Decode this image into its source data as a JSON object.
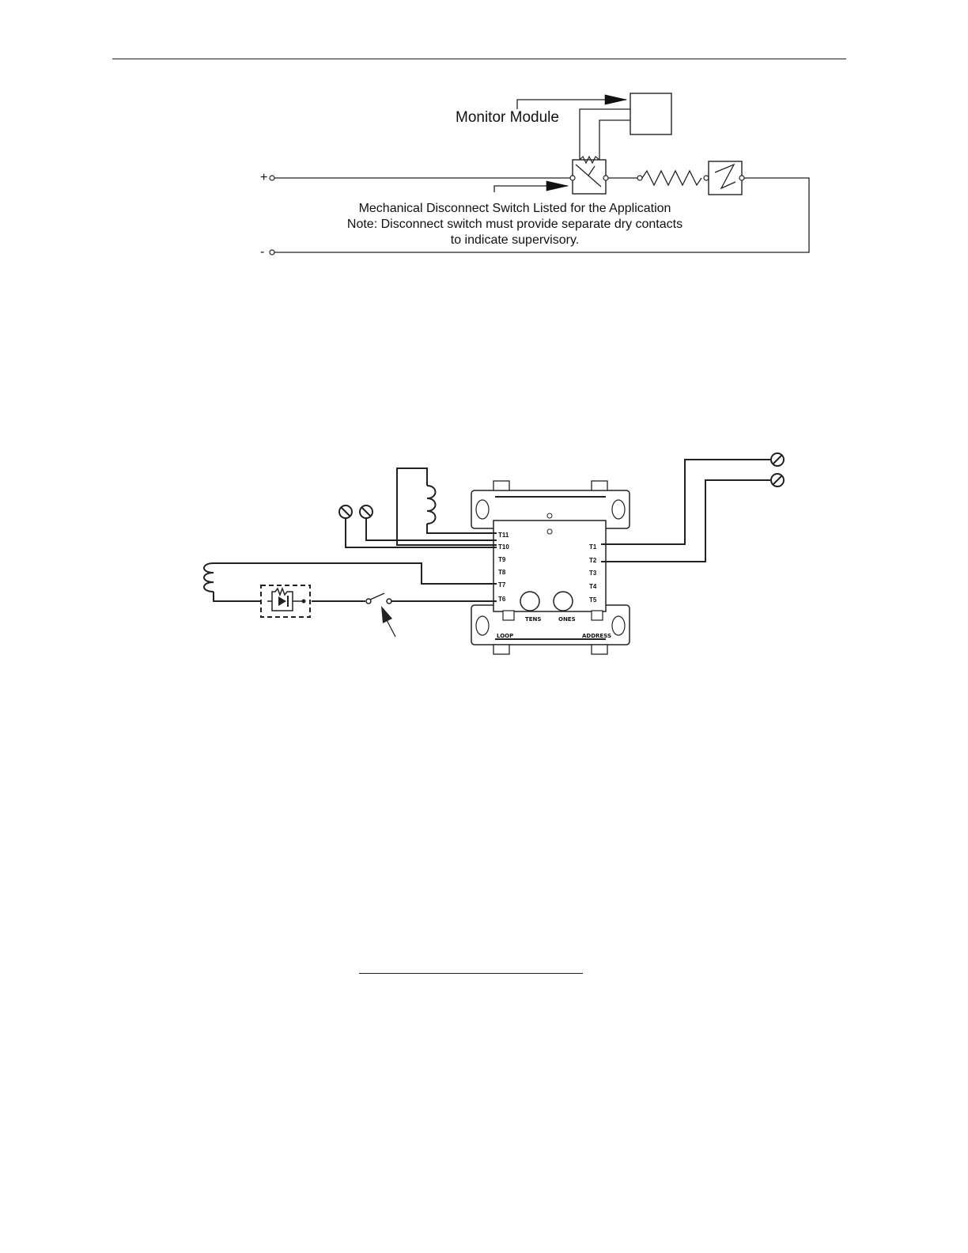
{
  "diagram1": {
    "monitor_label": "Monitor Module",
    "plus_label": "+",
    "minus_label": "-",
    "switch_note_line1": "Mechanical Disconnect Switch Listed for the Application",
    "switch_note_line2": "Note: Disconnect switch must provide separate dry contacts",
    "switch_note_line3": "to indicate supervisory."
  },
  "diagram2": {
    "left_terminals": [
      "T11",
      "T10",
      "T9",
      "T8",
      "T7",
      "T6"
    ],
    "right_terminals": [
      "T1",
      "T2",
      "T3",
      "T4",
      "T5"
    ],
    "rotary_labels": [
      "TENS",
      "ONES"
    ],
    "bottom_labels": [
      "LOOP",
      "ADDRESS"
    ]
  }
}
